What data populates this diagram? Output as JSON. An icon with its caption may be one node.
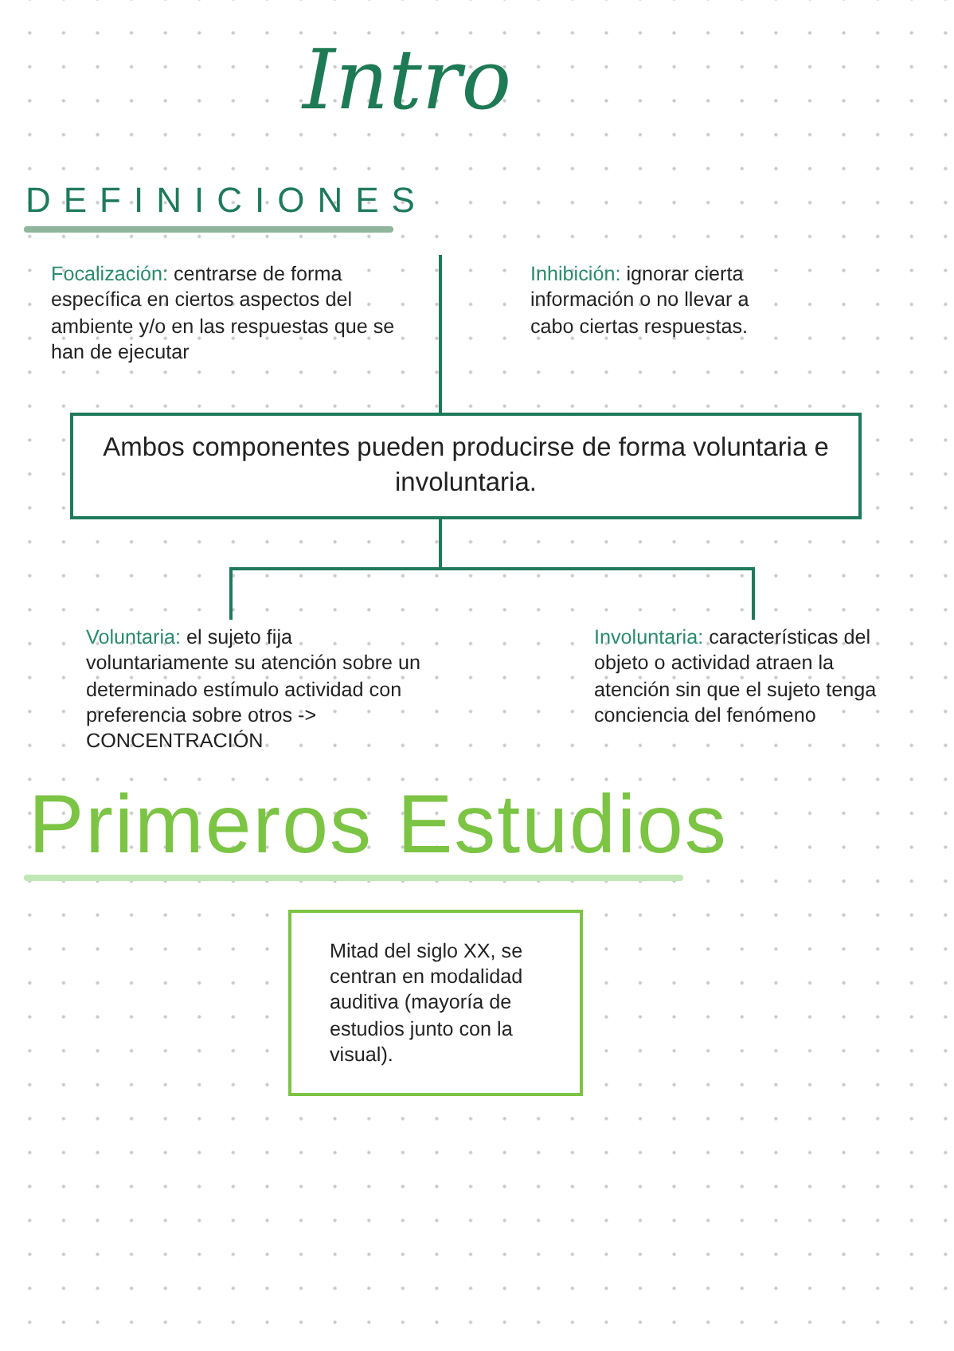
{
  "diagram": {
    "title": "Intro",
    "nodes": [
      {
        "text": [
          "Focalización:",
          "centrarse de forma específica en ciertos aspectos del ambiente y/o en las respuestas que se han de ejecutar"
        ]
      },
      {
        "text": [
          "Inhibición:",
          "ignorar cierta información o no llevar a cabo ciertas respuestas."
        ]
      },
      {
        "text": [
          "Ambos componentes pueden producirse de forma voluntaria e involuntaria."
        ]
      },
      {
        "text": [
          "Voluntaria:",
          "el sujeto fija voluntariamente su atención sobre un determinado estímulo actividad con preferencia sobre otros -> CONCENTRACIÓN"
        ]
      },
      {
        "text": [
          "Involuntaria:",
          "características del objeto o actividad atraen la atención sin que el sujeto tenga conciencia del fenómeno"
        ]
      },
      {
        "text": [
          "Mitad del siglo XX, se centran en modalidad auditiva (mayoría de estudios junto con la visual)."
        ]
      }
    ],
    "edges": [
      {
        "from": null,
        "to": 2,
        "arrow": "none"
      },
      {
        "from": 2,
        "to": 3,
        "arrow": "none"
      },
      {
        "from": 2,
        "to": 4,
        "arrow": "none"
      }
    ],
    "labels": [
      "DEFINICIONES",
      "Primeros Estudios"
    ]
  }
}
